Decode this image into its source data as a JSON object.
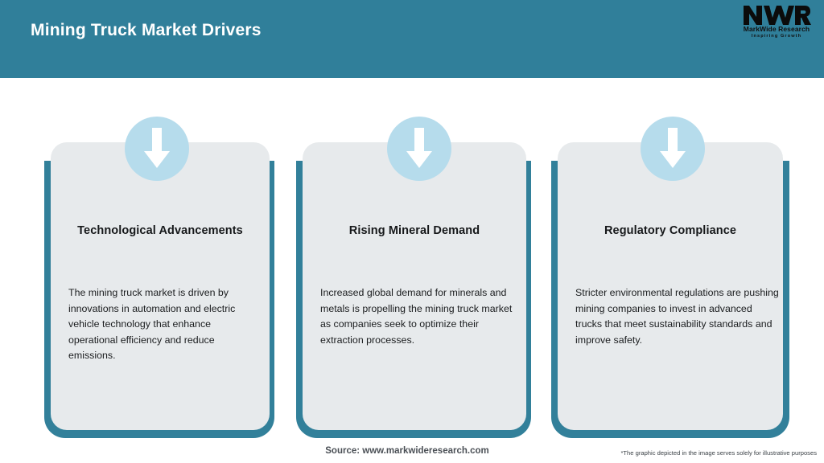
{
  "header": {
    "title": "Mining Truck Market Drivers",
    "bg_color": "#307f9a",
    "title_color": "#ffffff"
  },
  "logo": {
    "mark": "MWR",
    "name": "MarkWide Research",
    "tagline": "Inspiring Growth"
  },
  "cards": [
    {
      "icon": "down-arrow-icon",
      "title": "Technological Advancements",
      "body": "The mining truck market is driven by innovations in automation and electric vehicle technology that enhance operational efficiency and reduce emissions."
    },
    {
      "icon": "down-arrow-icon",
      "title": "Rising Mineral Demand",
      "body": "Increased global demand for minerals and metals is propelling the mining truck market as companies seek to optimize their extraction processes."
    },
    {
      "icon": "down-arrow-icon",
      "title": "Regulatory Compliance",
      "body": "Stricter environmental regulations are pushing mining companies to invest in advanced trucks that meet sustainability standards and improve safety."
    }
  ],
  "footer": {
    "source": "Source: www.markwideresearch.com",
    "disclaimer": "*The graphic depicted in the image serves solely for illustrative purposes"
  },
  "colors": {
    "accent_teal": "#32809a",
    "card_gray": "#e7eaec",
    "icon_blue": "#b6dcec",
    "page_bg": "#ffffff"
  }
}
